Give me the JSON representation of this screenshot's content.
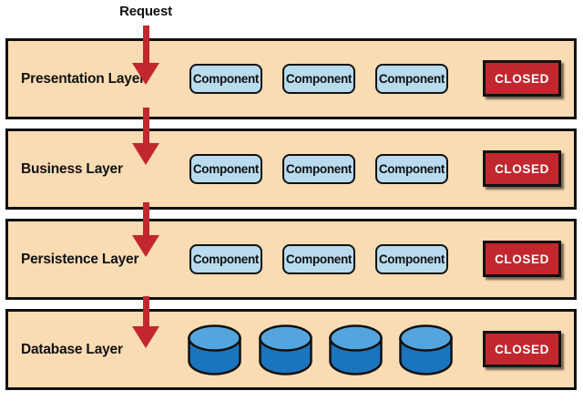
{
  "diagram": {
    "request_label": "Request",
    "layers": [
      {
        "label": "Presentation Layer",
        "components": [
          "Component",
          "Component",
          "Component"
        ],
        "status": "CLOSED"
      },
      {
        "label": "Business Layer",
        "components": [
          "Component",
          "Component",
          "Component"
        ],
        "status": "CLOSED"
      },
      {
        "label": "Persistence Layer",
        "components": [
          "Component",
          "Component",
          "Component"
        ],
        "status": "CLOSED"
      },
      {
        "label": "Database Layer",
        "databases": 4,
        "status": "CLOSED"
      }
    ],
    "colors": {
      "layer_bg": "#fadcb4",
      "layer_border": "#111111",
      "component_bg": "#b9dbee",
      "box_border": "#111111",
      "closed_bg": "#c1272d",
      "closed_text": "#ffffff",
      "arrow": "#c1272d",
      "cylinder_top": "#54a5dd",
      "cylinder_body": "#1b74be",
      "text": "#111111"
    }
  }
}
